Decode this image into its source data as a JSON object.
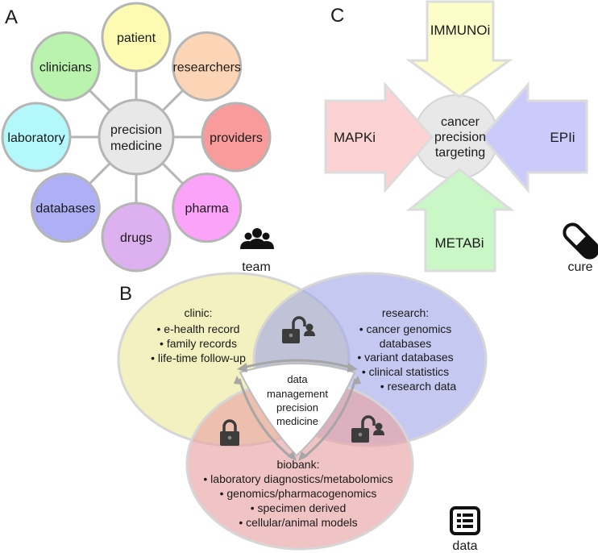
{
  "panels": {
    "a": {
      "letter": "A"
    },
    "b": {
      "letter": "B"
    },
    "c": {
      "letter": "C"
    }
  },
  "team": {
    "center": [
      "precision",
      "medicine"
    ],
    "nodes": [
      {
        "label": "patient",
        "color": "#fcfbb1"
      },
      {
        "label": "researchers",
        "color": "#fcd5b6"
      },
      {
        "label": "providers",
        "color": "#f99b9a"
      },
      {
        "label": "pharma",
        "color": "#fba3f8"
      },
      {
        "label": "drugs",
        "color": "#ddb1ef"
      },
      {
        "label": "databases",
        "color": "#aeb0f5"
      },
      {
        "label": "laboratory",
        "color": "#b3f8fb"
      },
      {
        "label": "clinicians",
        "color": "#b9f3ad"
      }
    ],
    "icon": "people-icon",
    "caption": "team"
  },
  "cure": {
    "center": [
      "cancer",
      "precision",
      "targeting"
    ],
    "arrows": [
      {
        "label": "IMMUNOi",
        "dir": "down",
        "color": "#fdfdc9"
      },
      {
        "label": "MAPKi",
        "dir": "right",
        "color": "#fcd2d2"
      },
      {
        "label": "EPIi",
        "dir": "left",
        "color": "#cbcbfb"
      },
      {
        "label": "METABi",
        "dir": "up",
        "color": "#c9f7c6"
      }
    ],
    "icon": "capsule-icon",
    "caption": "cure"
  },
  "data": {
    "clinic": {
      "title": "clinic:",
      "items": [
        "• e-health record",
        "• family records",
        "• life-time follow-up"
      ],
      "color": "#e9e795"
    },
    "research": {
      "title": "research:",
      "items": [
        "• cancer genomics",
        "databases",
        "• variant databases",
        "• clinical statistics",
        "• research data"
      ],
      "color": "#9ea3e8"
    },
    "biobank": {
      "title": "biobank:",
      "items": [
        "• laboratory diagnostics/metabolomics",
        "• genomics/pharmacogenomics",
        "• specimen derived",
        "• cellular/animal models"
      ],
      "color": "#e8a4a4"
    },
    "center": [
      "data",
      "management",
      "precision",
      "medicine"
    ],
    "icon": "database-list-icon",
    "caption": "data"
  }
}
